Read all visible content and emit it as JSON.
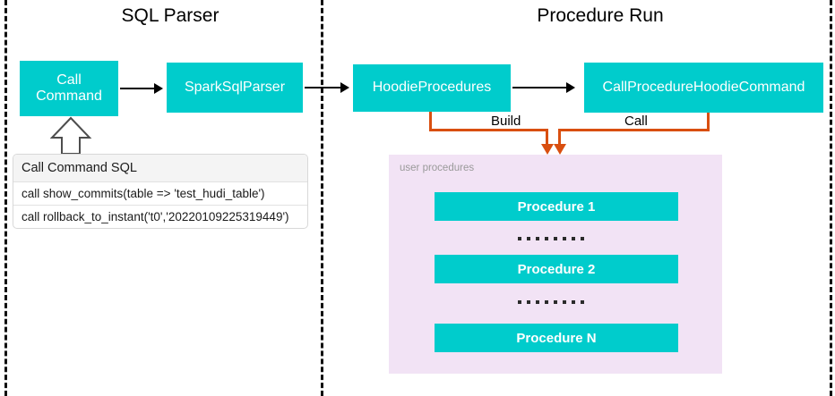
{
  "diagram": {
    "sections": [
      {
        "title": "SQL Parser"
      },
      {
        "title": "Procedure Run"
      }
    ],
    "nodes": {
      "call_command": "Call\nCommand",
      "call_command_line1": "Call",
      "call_command_line2": "Command",
      "spark_sql_parser": "SparkSqlParser",
      "hoodie_procedures": "HoodieProcedures",
      "call_procedure_hoodie_command": "CallProcedureHoodieCommand"
    },
    "edge_labels": {
      "build": "Build",
      "call": "Call"
    },
    "sql_panel": {
      "header": "Call Command SQL",
      "rows": [
        "call show_commits(table => 'test_hudi_table')",
        "call rollback_to_instant('t0','20220109225319449')"
      ]
    },
    "procedures_panel": {
      "label": "user procedures",
      "items": [
        "Procedure 1",
        "Procedure 2",
        "Procedure N"
      ],
      "ellipsis_dot_count": 8
    },
    "colors": {
      "node_fill": "#00CCCC",
      "node_text": "#FFFFFF",
      "panel_fill": "#F2E3F5",
      "orange_edge": "#D94F10",
      "black_edge": "#000000",
      "divider": "#111111"
    }
  }
}
